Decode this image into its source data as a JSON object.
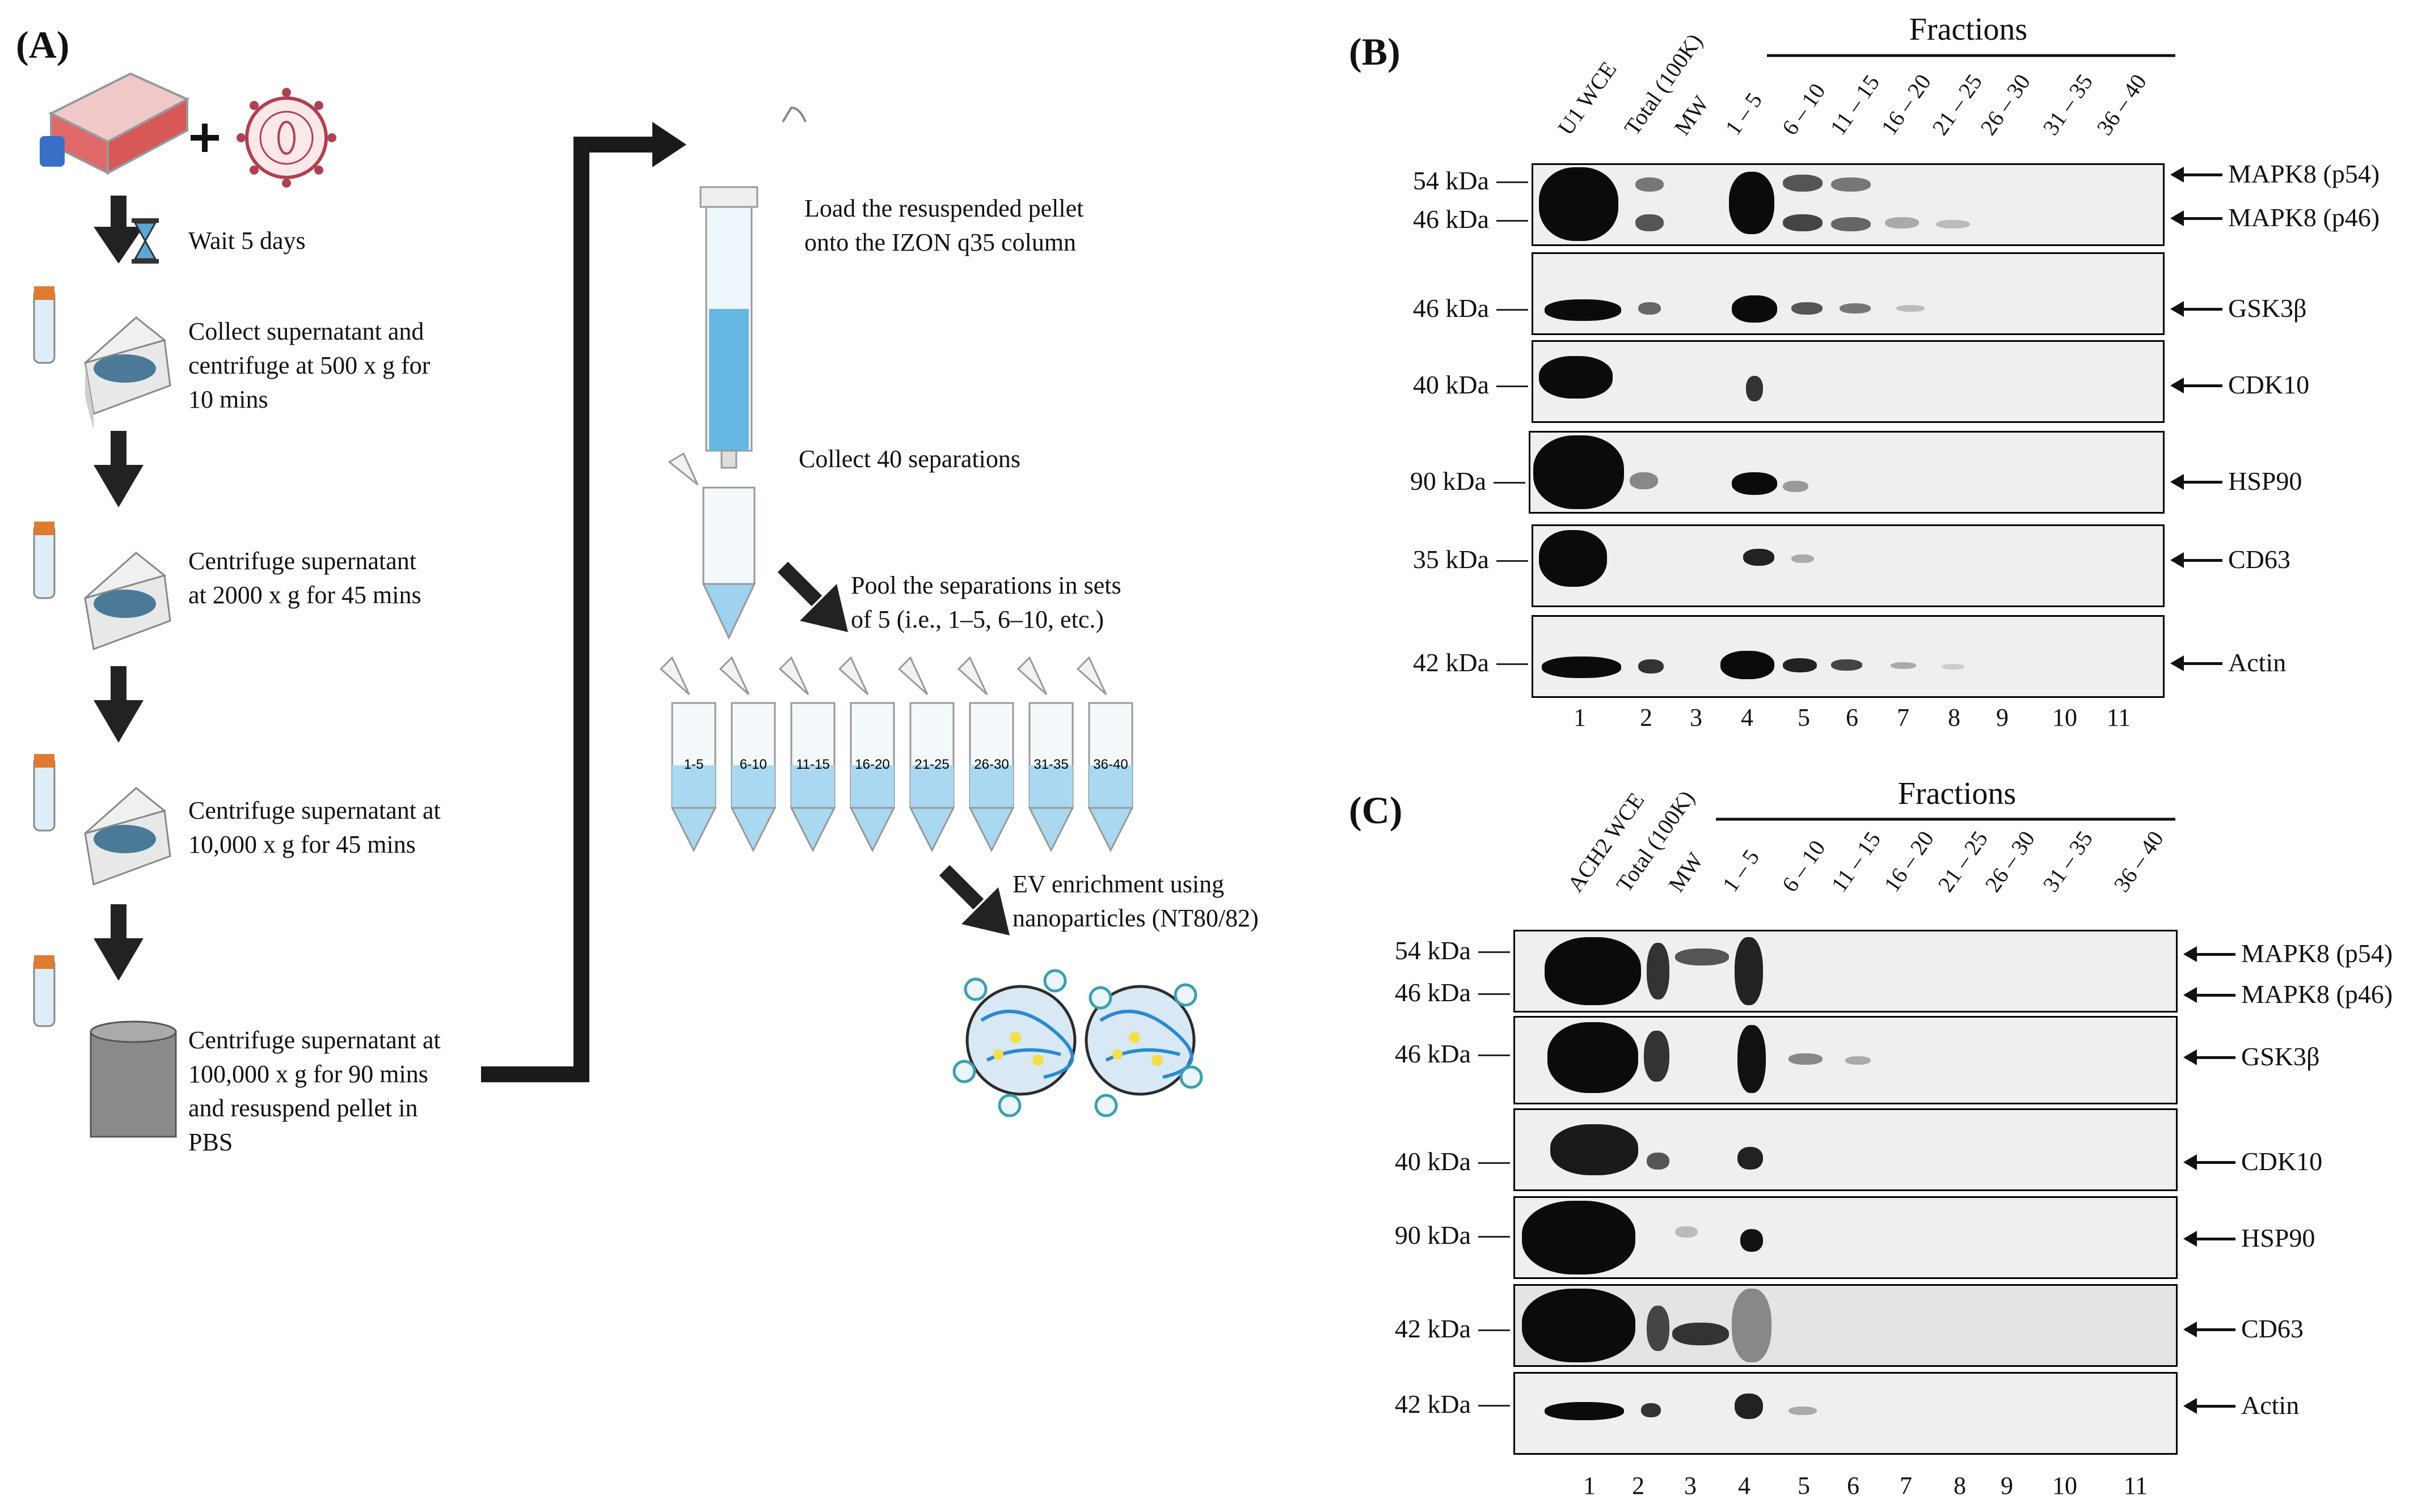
{
  "panels": {
    "A": "(A)",
    "B": "(B)",
    "C": "(C)"
  },
  "workflow": {
    "wait": "Wait 5 days",
    "step1": [
      "Collect supernatant and",
      "centrifuge at 500 x g for",
      "10 mins"
    ],
    "step2": [
      "Centrifuge supernatant",
      "at 2000 x g for 45 mins"
    ],
    "step3": [
      "Centrifuge supernatant at",
      "10,000 x g for 45 mins"
    ],
    "step4": [
      "Centrifuge supernatant at",
      "100,000 x g for 90 mins",
      "and resuspend pellet in",
      "PBS"
    ],
    "load": [
      "Load the resuspended pellet",
      "onto the IZON q35 column"
    ],
    "collect": "Collect 40 separations",
    "pool": [
      "Pool the separations in sets",
      "of 5 (i.e., 1–5, 6–10, etc.)"
    ],
    "tubes": [
      "1-5",
      "6-10",
      "11-15",
      "16-20",
      "21-25",
      "26-30",
      "31-35",
      "36-40"
    ],
    "ev": [
      "EV enrichment using",
      "nanoparticles (NT80/82)"
    ]
  },
  "blotB": {
    "fractions_title": "Fractions",
    "lane_headers": [
      "U1 WCE",
      "Total (100K)",
      "MW",
      "1 – 5",
      "6 – 10",
      "11 – 15",
      "16 – 20",
      "21 – 25",
      "26 – 30",
      "31 – 35",
      "36 – 40"
    ],
    "lane_numbers": [
      "1",
      "2",
      "3",
      "4",
      "5",
      "6",
      "7",
      "8",
      "9",
      "10",
      "11"
    ],
    "rows": [
      {
        "kda": [
          "54 kDa",
          "46 kDa"
        ],
        "proteins": [
          "MAPK8 (p54)",
          "MAPK8 (p46)"
        ]
      },
      {
        "kda": [
          "46 kDa"
        ],
        "proteins": [
          "GSK3β"
        ]
      },
      {
        "kda": [
          "40 kDa"
        ],
        "proteins": [
          "CDK10"
        ]
      },
      {
        "kda": [
          "90 kDa"
        ],
        "proteins": [
          "HSP90"
        ]
      },
      {
        "kda": [
          "35 kDa"
        ],
        "proteins": [
          "CD63"
        ]
      },
      {
        "kda": [
          "42 kDa"
        ],
        "proteins": [
          "Actin"
        ]
      }
    ]
  },
  "blotC": {
    "fractions_title": "Fractions",
    "lane_headers": [
      "ACH2 WCE",
      "Total (100K)",
      "MW",
      "1 – 5",
      "6 – 10",
      "11 – 15",
      "16 – 20",
      "21 – 25",
      "26 – 30",
      "31 – 35",
      "36 – 40"
    ],
    "lane_numbers": [
      "1",
      "2",
      "3",
      "4",
      "5",
      "6",
      "7",
      "8",
      "9",
      "10",
      "11"
    ],
    "rows": [
      {
        "kda": [
          "54 kDa",
          "46 kDa"
        ],
        "proteins": [
          "MAPK8 (p54)",
          "MAPK8 (p46)"
        ]
      },
      {
        "kda": [
          "46 kDa"
        ],
        "proteins": [
          "GSK3β"
        ]
      },
      {
        "kda": [
          "40 kDa"
        ],
        "proteins": [
          "CDK10"
        ]
      },
      {
        "kda": [
          "90 kDa"
        ],
        "proteins": [
          "HSP90"
        ]
      },
      {
        "kda": [
          "42 kDa"
        ],
        "proteins": [
          "CD63"
        ]
      },
      {
        "kda": [
          "42 kDa"
        ],
        "proteins": [
          "Actin"
        ]
      }
    ]
  }
}
